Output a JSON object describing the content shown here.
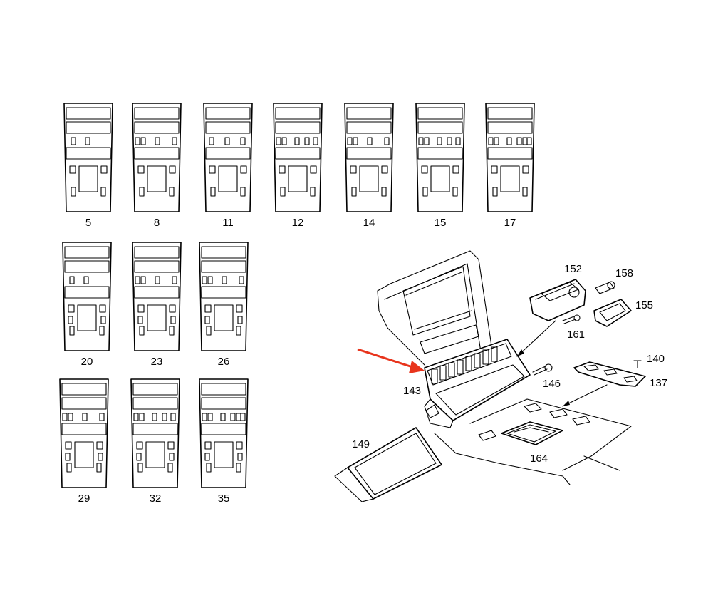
{
  "panel_variants": [
    {
      "id": "5",
      "label": "5",
      "mid_switches": 2
    },
    {
      "id": "8",
      "label": "8",
      "mid_switches": 4
    },
    {
      "id": "11",
      "label": "11",
      "mid_switches": 3
    },
    {
      "id": "12",
      "label": "12",
      "mid_switches": 5
    },
    {
      "id": "14",
      "label": "14",
      "mid_switches": 4
    },
    {
      "id": "15",
      "label": "15",
      "mid_switches": 5
    },
    {
      "id": "17",
      "label": "17",
      "mid_switches": 6
    },
    {
      "id": "20",
      "label": "20",
      "mid_switches": 2
    },
    {
      "id": "23",
      "label": "23",
      "mid_switches": 4
    },
    {
      "id": "26",
      "label": "26",
      "mid_switches": 4
    },
    {
      "id": "29",
      "label": "29",
      "mid_switches": 4
    },
    {
      "id": "32",
      "label": "32",
      "mid_switches": 5
    },
    {
      "id": "35",
      "label": "35",
      "mid_switches": 6
    }
  ],
  "exploded_view": {
    "parts": {
      "p143": "143",
      "p146": "146",
      "p149": "149",
      "p152": "152",
      "p155": "155",
      "p158": "158",
      "p161": "161",
      "p140": "140",
      "p137": "137",
      "p164": "164"
    },
    "highlight_color": "#e8341c"
  }
}
